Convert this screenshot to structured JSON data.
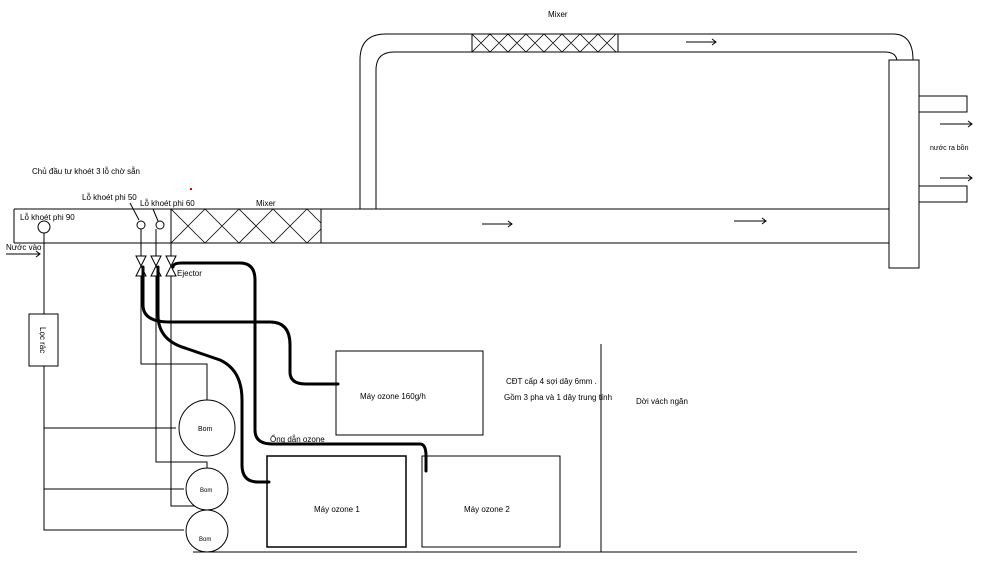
{
  "labels": {
    "mixer_top": "Mixer",
    "mixer_main": "Mixer",
    "investor_note": "Chủ đầu tư khoét 3 lỗ chờ sẵn",
    "hole_90": "Lỗ khoét phi 90",
    "hole_50": "Lỗ khoét phi 50",
    "hole_60": "Lỗ khoét phi 60",
    "inlet": "Nước vào",
    "outlet": "nước ra bồn",
    "ejector": "Ejector",
    "filter": "Lọc rác",
    "pump_large": "Bom",
    "pump_small_1": "Bom",
    "pump_small_2": "Bom",
    "ozone_hose": "Ống dẫn ozone",
    "ozone_160": "Máy ozone 160g/h",
    "ozone_1": "Máy ozone 1",
    "ozone_2": "Máy ozone 2",
    "cdt_line1": "CĐT cấp 4 sợi dây 6mm .",
    "cdt_line2": "Gồm 3 pha và 1 dây trung tính",
    "partition": "Dời vách ngăn"
  }
}
